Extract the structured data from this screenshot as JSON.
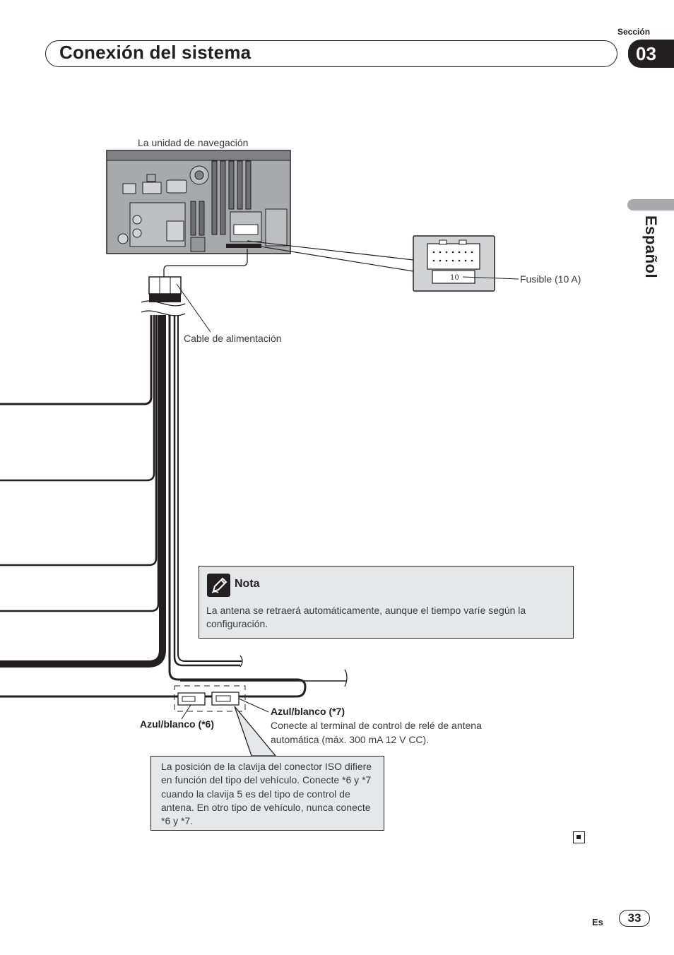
{
  "header": {
    "section_label": "Sección",
    "title": "Conexión del sistema",
    "section_number": "03"
  },
  "side_tab": {
    "language": "Español"
  },
  "diagram": {
    "nav_unit_label": "La unidad de navegación",
    "fuse_label": "Fusible (10 A)",
    "fuse_value": "10",
    "power_cable_label": "Cable de alimentación",
    "blue_white_6": "Azul/blanco (*6)",
    "blue_white_7_title": "Azul/blanco (*7)",
    "blue_white_7_desc": "Conecte al terminal de control de relé de antena automática (máx. 300 mA 12 V CC).",
    "callout_text": "La posición de la clavija del conector ISO difiere en función del tipo del vehículo. Conecte *6 y *7 cuando la clavija 5 es del tipo de control de antena. En otro tipo de vehículo, nunca conecte *6 y *7."
  },
  "note": {
    "icon": "pencil-note-icon",
    "title": "Nota",
    "text": "La antena se retraerá automáticamente, aunque el tiempo varíe según la configuración."
  },
  "footer": {
    "lang_code": "Es",
    "page_number": "33"
  }
}
